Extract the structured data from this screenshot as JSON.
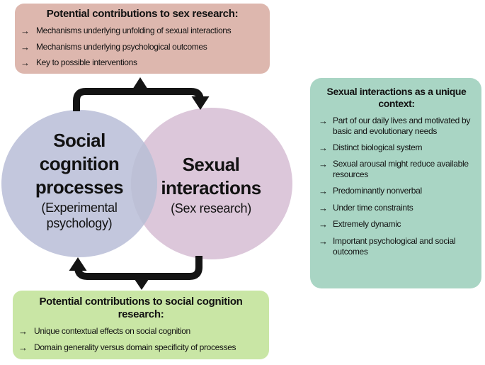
{
  "bullet_icon": "→",
  "colors": {
    "top_box_bg": "#ddb7ae",
    "right_box_bg": "#a9d5c4",
    "bottom_box_bg": "#c9e6a5",
    "left_circle": "#c3c7dd",
    "right_circle": "#dcc7da",
    "overlap": "#bdc0d6",
    "arrow": "#141414",
    "text": "#121212"
  },
  "boxes": {
    "top": {
      "title": "Potential contributions to sex research:",
      "items": [
        "Mechanisms underlying unfolding of sexual interactions",
        "Mechanisms underlying psychological outcomes",
        "Key to possible interventions"
      ]
    },
    "right": {
      "title_lines": [
        "Sexual interactions as a unique",
        "context:"
      ],
      "items": [
        "Part of our daily lives and motivated by basic and evolutionary needs",
        "Distinct biological system",
        "Sexual arousal might reduce available resources",
        "Predominantly nonverbal",
        "Under time constraints",
        "Extremely dynamic",
        "Important psychological and social outcomes"
      ]
    },
    "bottom": {
      "title_lines": [
        "Potential contributions to social cognition",
        "research:"
      ],
      "items": [
        "Unique contextual effects on social cognition",
        "Domain generality versus domain specificity of processes"
      ]
    }
  },
  "venn": {
    "left": {
      "title": "Social cognition processes",
      "subtitle": "(Experimental psychology)",
      "color": "#c3c7dd"
    },
    "right": {
      "title": "Sexual interactions",
      "subtitle": "(Sex research)",
      "color": "#dcc7da"
    },
    "overlap_color": "#bdc0d6"
  }
}
